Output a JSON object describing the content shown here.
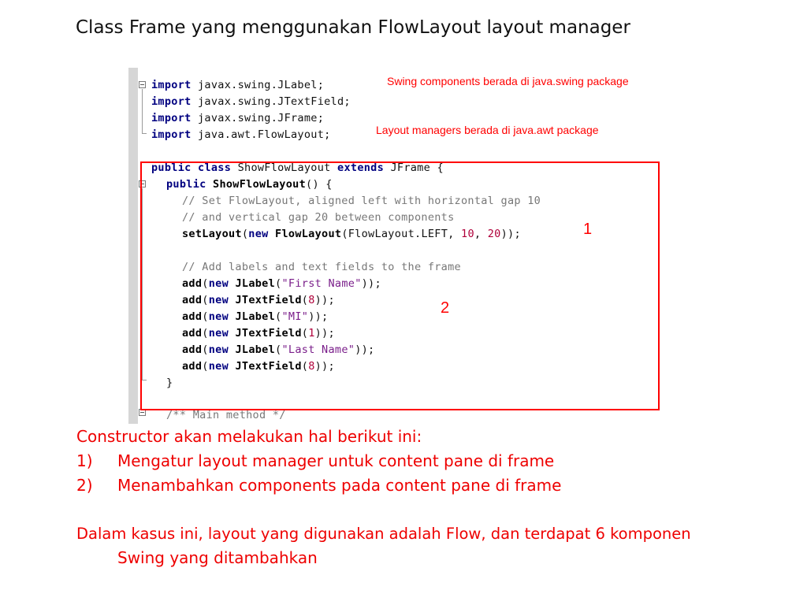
{
  "slide": {
    "title": "Class Frame yang menggunakan FlowLayout layout manager"
  },
  "code": {
    "imports": [
      {
        "keyword": "import",
        "rest": " javax.swing.JLabel;"
      },
      {
        "keyword": "import",
        "rest": " javax.swing.JTextField;"
      },
      {
        "keyword": "import",
        "rest": " javax.swing.JFrame;"
      },
      {
        "keyword": "import",
        "rest": " java.awt.FlowLayout;"
      }
    ],
    "class_decl": {
      "kw1": "public",
      "kw2": "class",
      "name": "ShowFlowLayout",
      "kw3": "extends",
      "rest": "JFrame {"
    },
    "constructor_decl": {
      "kw": "public",
      "name": "ShowFlowLayout",
      "rest": "() {"
    },
    "comment1": "// Set FlowLayout, aligned left with horizontal gap 10",
    "comment2": "// and vertical gap 20 between components",
    "set_layout": {
      "meth": "setLayout",
      "p1": "(",
      "kw": "new",
      "cls": "FlowLayout",
      "args": "(FlowLayout.LEFT, ",
      "n1": "10",
      "sep": ", ",
      "n2": "20",
      "end": "));"
    },
    "comment3": "// Add labels and text fields to the frame",
    "adds": [
      {
        "meth": "add",
        "kw": "new",
        "cls": "JLabel",
        "open": "(",
        "arg": "\"First Name\"",
        "argtype": "str",
        "close": "));"
      },
      {
        "meth": "add",
        "kw": "new",
        "cls": "JTextField",
        "open": "(",
        "arg": "8",
        "argtype": "num",
        "close": "));"
      },
      {
        "meth": "add",
        "kw": "new",
        "cls": "JLabel",
        "open": "(",
        "arg": "\"MI\"",
        "argtype": "str",
        "close": "));"
      },
      {
        "meth": "add",
        "kw": "new",
        "cls": "JTextField",
        "open": "(",
        "arg": "1",
        "argtype": "num",
        "close": "));"
      },
      {
        "meth": "add",
        "kw": "new",
        "cls": "JLabel",
        "open": "(",
        "arg": "\"Last Name\"",
        "argtype": "str",
        "close": "));"
      },
      {
        "meth": "add",
        "kw": "new",
        "cls": "JTextField",
        "open": "(",
        "arg": "8",
        "argtype": "num",
        "close": "));"
      }
    ],
    "close_brace": "}",
    "main_comment": "/** Main method */"
  },
  "annotations": {
    "swing_package": "Swing components berada di java.swing package",
    "awt_package": "Layout managers berada di java.awt package",
    "marker1": "1",
    "marker2": "2"
  },
  "explanation": {
    "intro": "Constructor akan melakukan hal berikut ini:",
    "steps": [
      {
        "num": "1)",
        "text": "Mengatur layout manager untuk content pane di frame"
      },
      {
        "num": "2)",
        "text": "Menambahkan components pada content pane di frame"
      }
    ],
    "summary_line1": "Dalam kasus ini, layout yang digunakan adalah Flow, dan terdapat 6 komponen",
    "summary_line2": "Swing yang ditambahkan"
  },
  "colors": {
    "annotation": "#ff0000",
    "keyword": "#000080",
    "comment": "#777777",
    "string": "#7a1e8a",
    "number": "#b0003a"
  }
}
